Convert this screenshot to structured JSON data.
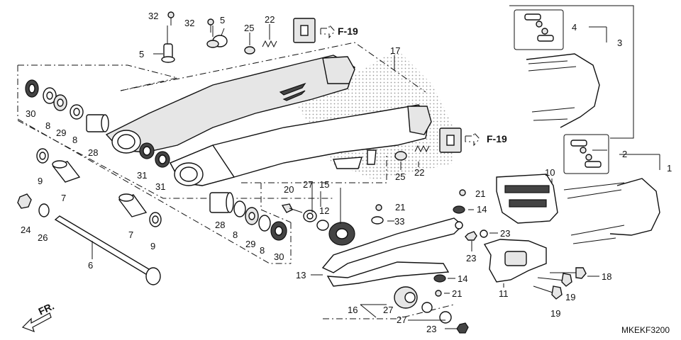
{
  "diagram": {
    "code": "MKEKF3200",
    "front_indicator": "FR.",
    "refs": {
      "f19_a": "F-19",
      "f19_b": "F-19"
    },
    "labels": {
      "n1": "1",
      "n2": "2",
      "n3": "3",
      "n4": "4",
      "n5a": "5",
      "n5b": "5",
      "n6": "6",
      "n7a": "7",
      "n7b": "7",
      "n8a": "8",
      "n8b": "8",
      "n8c": "8",
      "n8d": "8",
      "n9a": "9",
      "n9b": "9",
      "n10": "10",
      "n11": "11",
      "n12": "12",
      "n13": "13",
      "n14a": "14",
      "n14b": "14",
      "n15": "15",
      "n16": "16",
      "n17": "17",
      "n18": "18",
      "n19a": "19",
      "n19b": "19",
      "n20": "20",
      "n21a": "21",
      "n21b": "21",
      "n21c": "21",
      "n22a": "22",
      "n22b": "22",
      "n23a": "23",
      "n23b": "23",
      "n23c": "23",
      "n24": "24",
      "n25a": "25",
      "n25b": "25",
      "n26": "26",
      "n27a": "27",
      "n27b": "27",
      "n27c": "27",
      "n28a": "28",
      "n28b": "28",
      "n29a": "29",
      "n29b": "29",
      "n30a": "30",
      "n30b": "30",
      "n31a": "31",
      "n31b": "31",
      "n32a": "32",
      "n32b": "32",
      "n33": "33"
    }
  }
}
